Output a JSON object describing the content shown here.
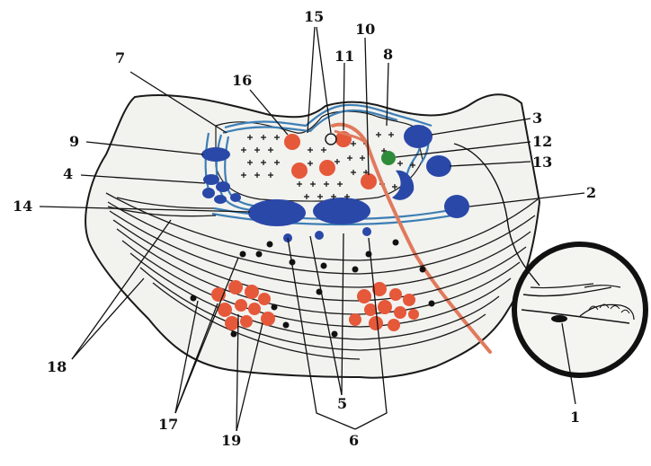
{
  "colors": {
    "outline": "#1a1a1a",
    "tract": "#3d7fb5",
    "blue_nucleus": "#2a48a8",
    "red_cell": "#e5583a",
    "green_cell": "#2e8b3a",
    "red_fiber": "#e07a5c",
    "gray_fill": "#f2f2ef"
  },
  "labels": [
    "15",
    "10",
    "11",
    "8",
    "7",
    "16",
    "3",
    "9",
    "12",
    "4",
    "13",
    "14",
    "2",
    "18",
    "17",
    "5",
    "19",
    "6",
    "1"
  ]
}
